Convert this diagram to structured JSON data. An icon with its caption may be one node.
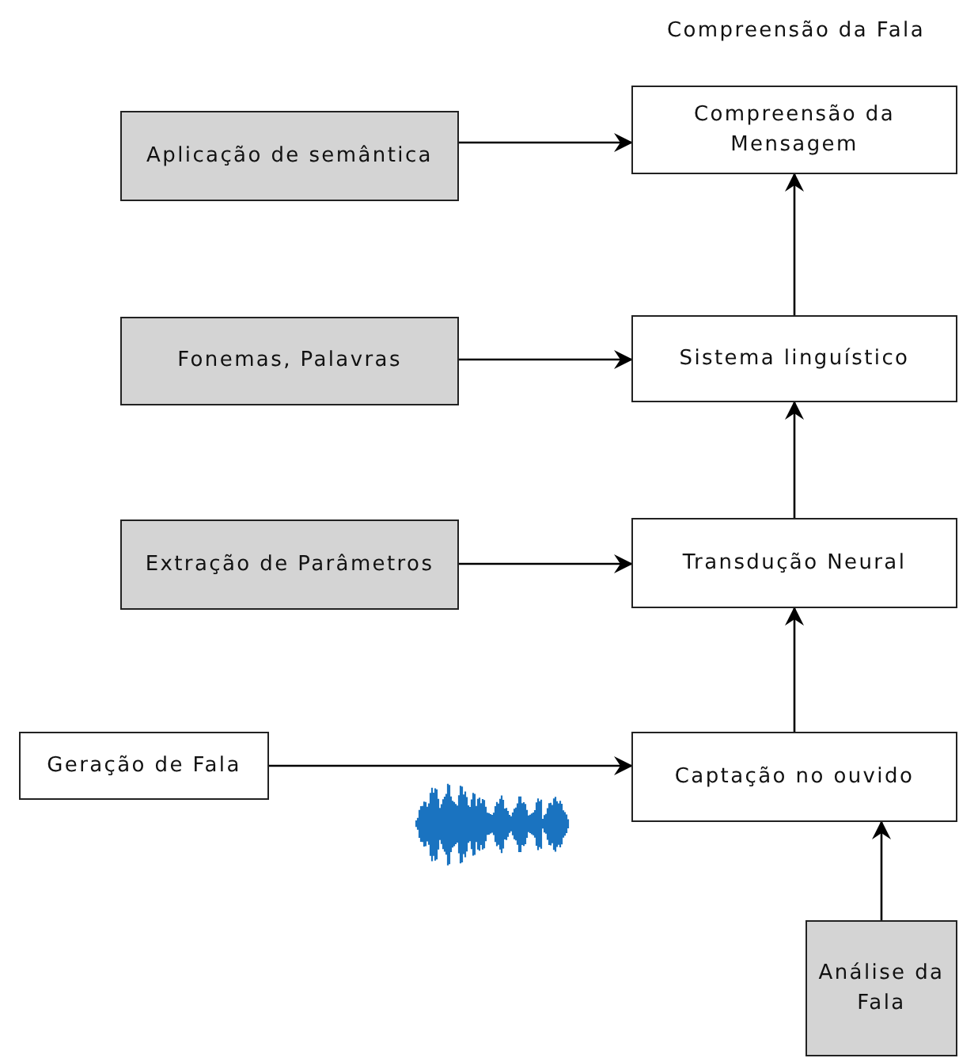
{
  "diagram": {
    "title": "Compreensão da Fala",
    "nodes": [
      {
        "text": [
          "Aplicação de semântica"
        ]
      },
      {
        "text": [
          "Compreensão da Mensagem"
        ]
      },
      {
        "text": [
          "Fonemas, Palavras"
        ]
      },
      {
        "text": [
          "Sistema linguístico"
        ]
      },
      {
        "text": [
          "Extração de Parâmetros"
        ]
      },
      {
        "text": [
          "Transdução Neural"
        ]
      },
      {
        "text": [
          "Geração de Fala"
        ]
      },
      {
        "text": [
          "Captação no ouvido"
        ]
      },
      {
        "text": [
          "Análise da Fala"
        ]
      }
    ],
    "edges": [
      {
        "from": 0,
        "to": 1,
        "arrow": "to"
      },
      {
        "from": 2,
        "to": 3,
        "arrow": "to"
      },
      {
        "from": 4,
        "to": 5,
        "arrow": "to"
      },
      {
        "from": 6,
        "to": 7,
        "arrow": "to"
      },
      {
        "from": 7,
        "to": 5,
        "arrow": "to"
      },
      {
        "from": 5,
        "to": 3,
        "arrow": "to"
      },
      {
        "from": 3,
        "to": 1,
        "arrow": "to"
      },
      {
        "from": 8,
        "to": 7,
        "arrow": "to"
      }
    ]
  }
}
